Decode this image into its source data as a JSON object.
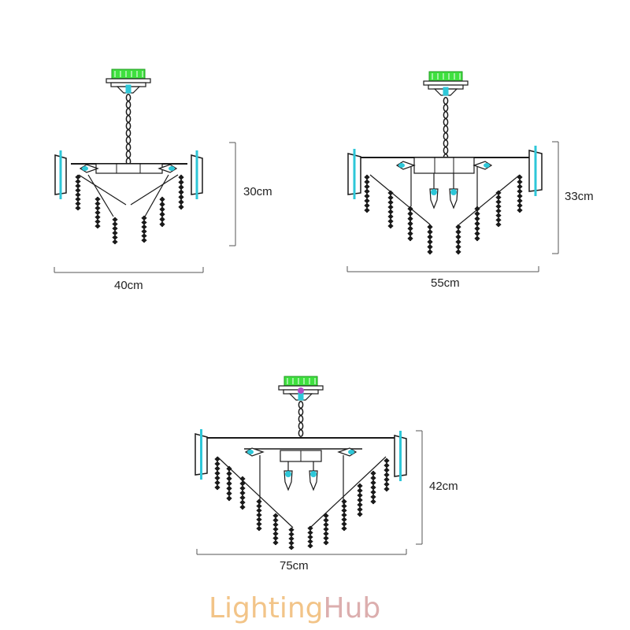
{
  "dimensions": {
    "small": {
      "width_label": "40cm",
      "height_label": "30cm"
    },
    "medium": {
      "width_label": "55cm",
      "height_label": "33cm"
    },
    "large": {
      "width_label": "75cm",
      "height_label": "42cm"
    }
  },
  "brand": {
    "part1": "Lighting",
    "part2": "Hub"
  },
  "colors": {
    "line": "#1a1a1a",
    "accent_cyan": "#2ec7d8",
    "accent_green": "#3fe03f",
    "accent_magenta": "#b44cc8",
    "dim_line": "#555555",
    "brand_part1": "#f2c488",
    "brand_part2": "#dcaeae"
  }
}
